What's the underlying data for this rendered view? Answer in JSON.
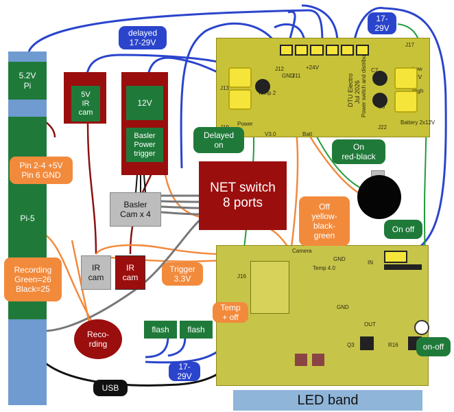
{
  "labels": {
    "pi_power": "5.2V\nPi",
    "pi_main": "Pi-5",
    "cam5v": "5V\nIR\ncam",
    "pwr12v": "12V",
    "basler_trig": "Basler\nPower\ntrigger",
    "basler_cam": "Basler\nCam x 4",
    "net_switch": "NET switch\n8 ports",
    "ir_cam_grey": "IR\ncam",
    "ir_cam_red": "IR\ncam",
    "recording_circle": "Reco-\nrding",
    "flash1": "flash",
    "flash2": "flash",
    "led_band": "LED band"
  },
  "callouts": {
    "delayed_1729": "delayed\n17-29V",
    "top_1729": "17-\n29V",
    "delayed_on": "Delayed\non",
    "on_red_black": "On\nred-black",
    "pin_info": "Pin 2-4 +5V\nPin 6 GND",
    "off_yellow": "Off\nyellow-\nblack-\ngreen",
    "on_off": "On off",
    "recording_pins": "Recording\nGreen=26\nBlack=25",
    "trigger": "Trigger\n3.3V",
    "temp_off": "Temp\n+ off",
    "bottom_1729": "17-\n29V",
    "usb": "USB",
    "on_off_2": "on-off"
  },
  "board_top": {
    "lines": [
      "DTU Electro",
      "Jul 2026",
      "Power switch and distribute"
    ],
    "version": "V3.0",
    "pin_labels": [
      "+24V",
      "GND",
      "Power",
      "Temp 2",
      "Batt",
      "Battery 2x12V",
      "Low",
      "12V",
      "High",
      "J12",
      "J11",
      "J13",
      "J17",
      "J19",
      "J22",
      "C7",
      "C8"
    ]
  },
  "board_bottom": {
    "pin_labels": [
      "GND",
      "Temp 4.0",
      "Camera",
      "IN",
      "OUT",
      "GND",
      "J16",
      "Q3",
      "R16"
    ]
  },
  "colors": {
    "pi_rail": "#6f9bd1",
    "green_box": "#1f7a3a",
    "maroon": "#9b0e0e",
    "orange": "#f28a3c",
    "blue": "#2a44cc",
    "pcb": "#c8c239"
  }
}
